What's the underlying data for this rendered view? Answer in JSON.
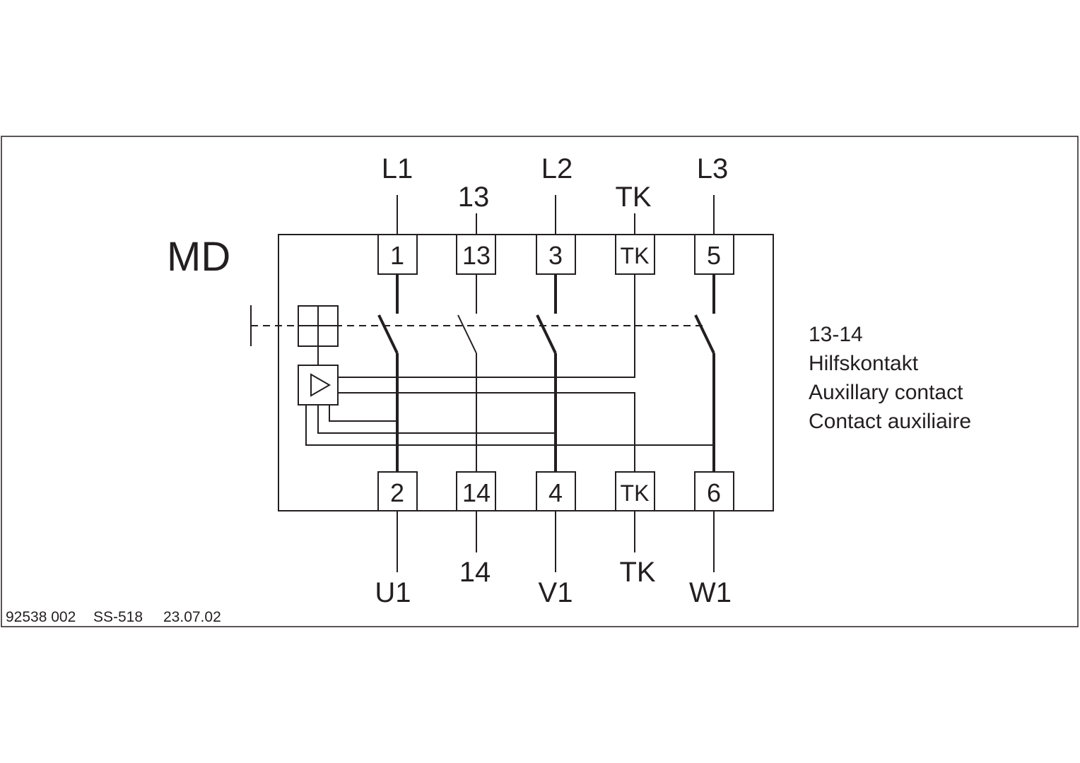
{
  "device_label": "MD",
  "top_terminals": [
    {
      "label": "L1",
      "box": "1"
    },
    {
      "label": "13",
      "box": "13"
    },
    {
      "label": "L2",
      "box": "3"
    },
    {
      "label": "TK",
      "box": "TK"
    },
    {
      "label": "L3",
      "box": "5"
    }
  ],
  "bottom_terminals": [
    {
      "label": "U1",
      "box": "2"
    },
    {
      "label": "14",
      "box": "14"
    },
    {
      "label": "V1",
      "box": "4"
    },
    {
      "label": "TK",
      "box": "TK"
    },
    {
      "label": "W1",
      "box": "6"
    }
  ],
  "legend": {
    "line1": "13-14",
    "line2": "Hilfskontakt",
    "line3": "Auxillary contact",
    "line4": "Contact auxiliaire"
  },
  "footer": {
    "doc_number": "92538 002",
    "ref": "SS-518",
    "date": "23.07.02"
  }
}
